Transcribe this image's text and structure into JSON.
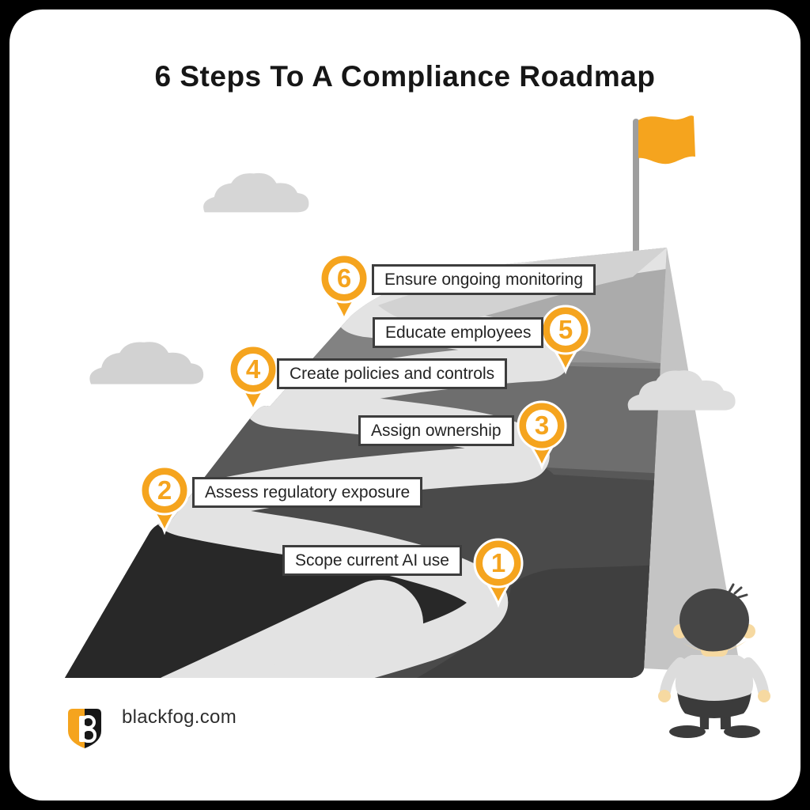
{
  "title": "6 Steps To A Compliance Roadmap",
  "steps": [
    {
      "number": "1",
      "label": "Scope current AI use",
      "pin_side": "right"
    },
    {
      "number": "2",
      "label": "Assess regulatory exposure",
      "pin_side": "left"
    },
    {
      "number": "3",
      "label": "Assign ownership",
      "pin_side": "right"
    },
    {
      "number": "4",
      "label": "Create policies and controls",
      "pin_side": "left"
    },
    {
      "number": "5",
      "label": "Educate employees",
      "pin_side": "right"
    },
    {
      "number": "6",
      "label": "Ensure ongoing monitoring",
      "pin_side": "left"
    }
  ],
  "brand": {
    "website": "blackfog.com"
  },
  "icons": {
    "pin": "map-pin",
    "flag": "summit-flag",
    "cloud": "cloud",
    "character": "climber-looking-up",
    "logo": "blackfog-shield"
  },
  "colors": {
    "accent_orange": "#F5A41E",
    "road_light": "#E3E3E3",
    "mountain_darkest": "#282828",
    "mountain_side": "#C4C4C4",
    "card_background": "#FFFFFF",
    "frame": "#000000",
    "label_border": "#3D3D3D"
  }
}
